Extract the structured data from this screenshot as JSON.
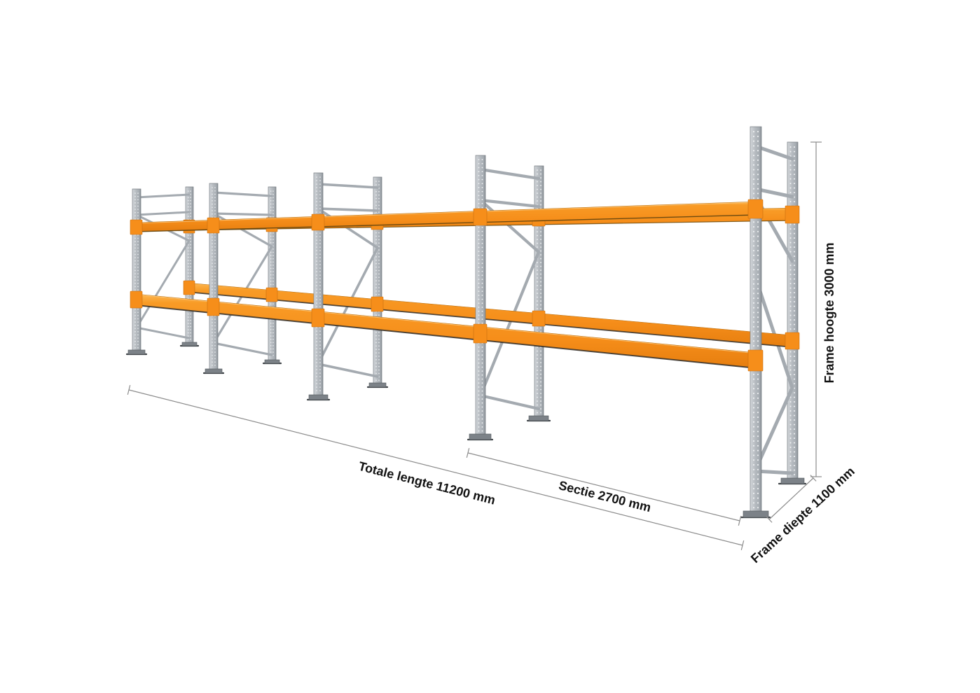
{
  "diagram": {
    "dimensions": {
      "totale_lengte": {
        "label": "Totale lengte 11200 mm",
        "value_mm": 11200
      },
      "sectie": {
        "label": "Sectie 2700 mm",
        "value_mm": 2700
      },
      "frame_hoogte": {
        "label": "Frame hoogte 3000 mm",
        "value_mm": 3000
      },
      "frame_diepte": {
        "label": "Frame diepte 1100 mm",
        "value_mm": 1100
      }
    },
    "structure": {
      "upright_frames": 5,
      "bays": 4,
      "beam_levels": 2,
      "beams_per_level_per_bay": 2
    },
    "colors": {
      "beam_orange": "#F6921E",
      "steel_gray": "#B7BCC2",
      "baseplate_gray": "#7C8288",
      "dimension_line": "#8C8C8C",
      "label_text": "#121212",
      "background": "#FFFFFF"
    }
  }
}
